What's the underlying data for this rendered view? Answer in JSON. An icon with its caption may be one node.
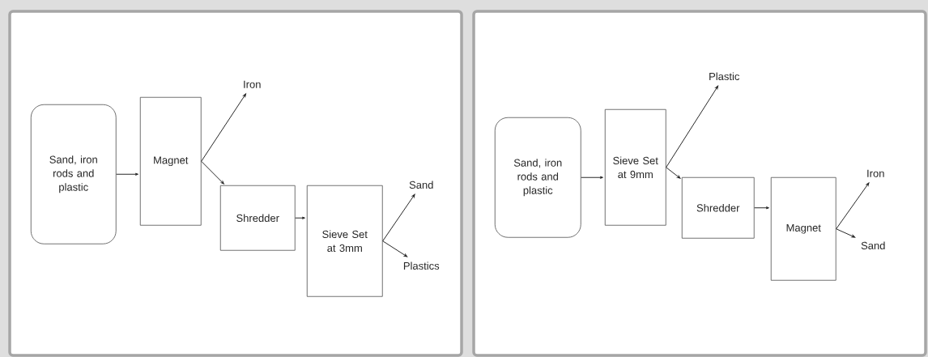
{
  "diagram": {
    "nodes": [
      {
        "text": [],
        "shape": "box"
      },
      {
        "text": [
          "Sand, iron rods and plastic"
        ],
        "in": 0
      },
      {
        "text": [
          "Magnet"
        ],
        "in": 0
      },
      {
        "text": [
          "Iron"
        ],
        "in": 0
      },
      {
        "text": [
          "Shredder"
        ],
        "in": 0
      },
      {
        "text": [
          "Sieve Set at 3mm"
        ],
        "in": 0
      },
      {
        "text": [
          "Sand"
        ],
        "in": 0
      },
      {
        "text": [
          "Plastics"
        ],
        "in": 0
      },
      {
        "text": [],
        "shape": "box"
      },
      {
        "text": [
          "Sand, iron rods and plastic"
        ],
        "in": 8
      },
      {
        "text": [
          "Sieve Set at 9mm"
        ],
        "in": 8
      },
      {
        "text": [
          "Plastic"
        ],
        "in": 8
      },
      {
        "text": [
          "Shredder"
        ],
        "in": 8
      },
      {
        "text": [
          "Magnet"
        ],
        "in": 8
      },
      {
        "text": [
          "Iron"
        ],
        "in": 8
      },
      {
        "text": [
          "Sand"
        ],
        "in": 8
      }
    ],
    "edges": [
      {
        "from": 1,
        "to": 2,
        "arrow": "to"
      },
      {
        "from": 2,
        "to": 3,
        "arrow": "to"
      },
      {
        "from": 2,
        "to": 4,
        "arrow": "to"
      },
      {
        "from": 4,
        "to": 5,
        "arrow": "to"
      },
      {
        "from": 5,
        "to": 6,
        "arrow": "to"
      },
      {
        "from": 5,
        "to": 7,
        "arrow": "to"
      },
      {
        "from": 9,
        "to": 10,
        "arrow": "to"
      },
      {
        "from": 10,
        "to": 11,
        "arrow": "to"
      },
      {
        "from": 10,
        "to": 12,
        "arrow": "to"
      },
      {
        "from": 12,
        "to": 13,
        "arrow": "to"
      },
      {
        "from": 13,
        "to": 14,
        "arrow": "to"
      },
      {
        "from": 13,
        "to": 15,
        "arrow": "to"
      }
    ]
  }
}
